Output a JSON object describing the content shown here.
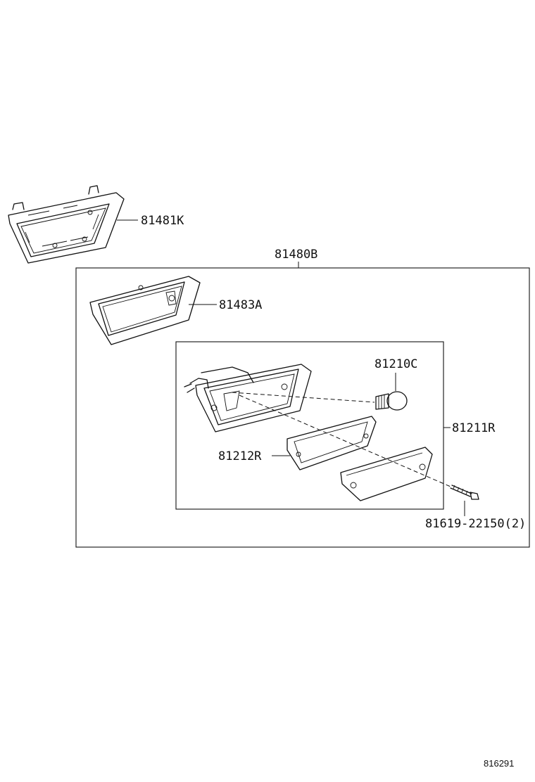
{
  "parts": {
    "p81481K": "81481K",
    "p81480B": "81480B",
    "p81483A": "81483A",
    "p81210C": "81210C",
    "p81211R": "81211R",
    "p81212R": "81212R",
    "p81619": "81619-22150(2)"
  },
  "figure_ref": "816291"
}
